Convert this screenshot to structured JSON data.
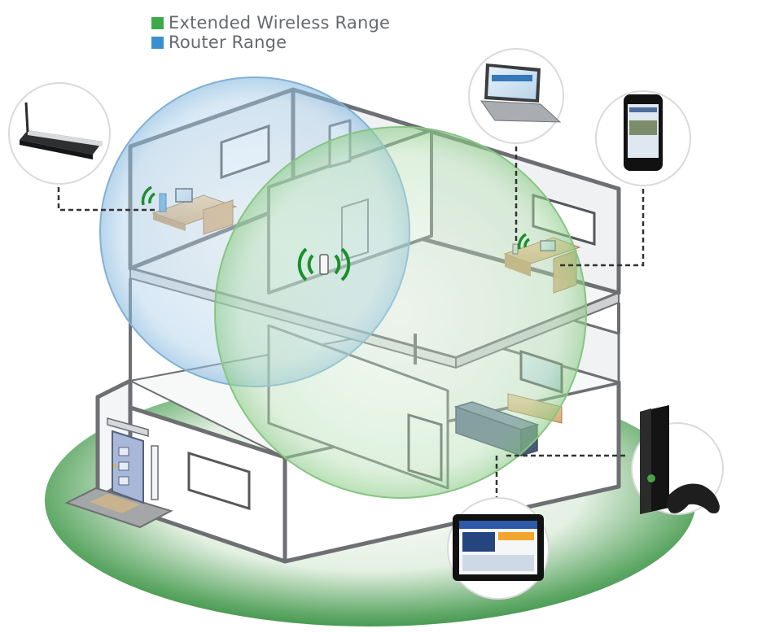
{
  "legend": {
    "items": [
      {
        "label": "Extended Wireless Range",
        "color": "#3daa4a"
      },
      {
        "label": "Router Range",
        "color": "#3c8fcf"
      }
    ]
  },
  "colors": {
    "router_range": "#3c8fcf",
    "extended_range": "#3daa4a",
    "wall": "#ffffff",
    "wall_edge": "#6d6f72",
    "lawn": "#2f8a3c",
    "connector": "#333333"
  },
  "devices": [
    {
      "name": "router",
      "icon": "wireless-router-icon"
    },
    {
      "name": "laptop",
      "icon": "laptop-icon"
    },
    {
      "name": "smartphone",
      "icon": "smartphone-icon"
    },
    {
      "name": "game-console",
      "icon": "game-console-icon"
    },
    {
      "name": "tablet",
      "icon": "tablet-icon"
    }
  ]
}
